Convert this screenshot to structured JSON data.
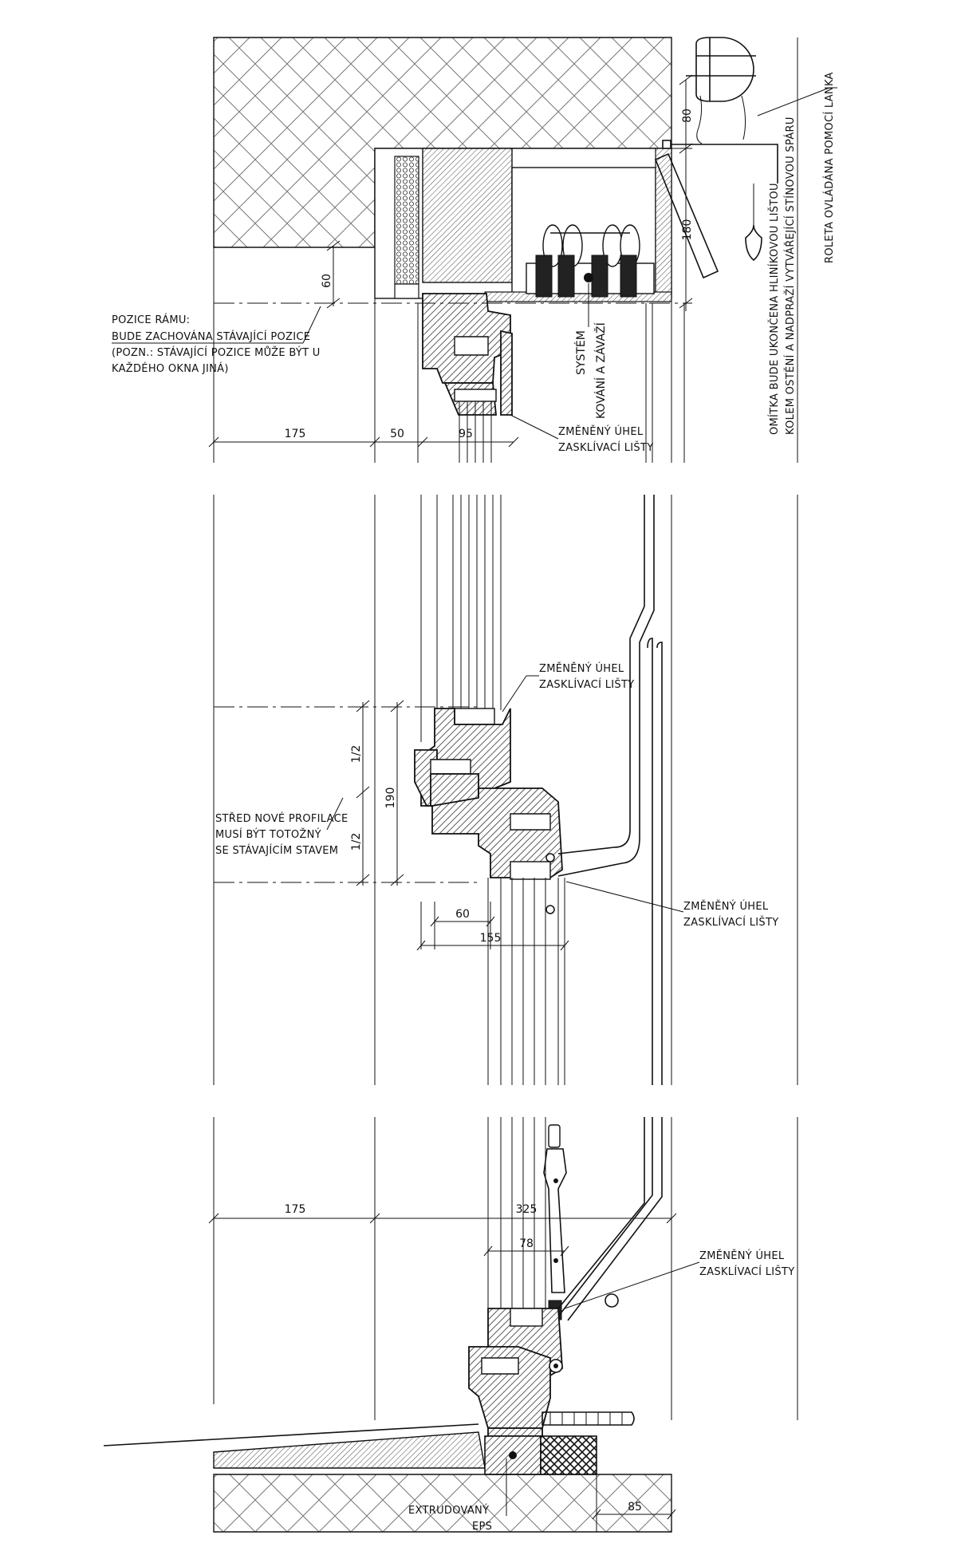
{
  "top_section": {
    "dim_60": "60",
    "dim_80": "80",
    "dim_180": "180",
    "dims_bottom": [
      "175",
      "50",
      "95"
    ],
    "frame_note": [
      "POZICE RÁMU:",
      "BUDE ZACHOVÁNA STÁVAJÍCÍ POZICE",
      "(POZN.: STÁVAJÍCÍ POZICE MŮŽE BÝT U",
      "KAŽDÉHO OKNA JINÁ)"
    ],
    "system_label": [
      "SYSTÉM",
      "KOVÁNÍ A ZÁVAŽÍ"
    ],
    "glazing_note": [
      "ZMĚNĚNÝ ÚHEL",
      "ZASKLÍVACÍ LIŠTY"
    ],
    "plaster_note": [
      "OMÍTKA BUDE UKONČENA HLINÍKOVOU LIŠTOU",
      "KOLEM OSTĚNÍ A NADPRAŽÍ VYTVÁŘEJÍCÍ STÍNOVOU SPÁRU"
    ],
    "blind_note": "ROLETA OVLÁDÁNA POMOCÍ LANKA"
  },
  "middle_section": {
    "glazing_note_1": [
      "ZMĚNĚNÝ ÚHEL",
      "ZASKLÍVACÍ LIŠTY"
    ],
    "half_upper": "1/2",
    "half_lower": "1/2",
    "dim_190": "190",
    "center_note": [
      "STŘED NOVÉ PROFILACE",
      "MUSÍ BÝT TOTOŽNÝ",
      "SE STÁVAJÍCÍM STAVEM"
    ],
    "dim_60": "60",
    "dim_155": "155",
    "glazing_note_2": [
      "ZMĚNĚNÝ ÚHEL",
      "ZASKLÍVACÍ LIŠTY"
    ]
  },
  "bottom_section": {
    "dim_175": "175",
    "dim_325": "325",
    "dim_78": "78",
    "glazing_note": [
      "ZMĚNĚNÝ ÚHEL",
      "ZASKLÍVACÍ LIŠTY"
    ],
    "eps_label": [
      "EXTRUDOVANÝ",
      "EPS"
    ],
    "dim_85": "85"
  }
}
